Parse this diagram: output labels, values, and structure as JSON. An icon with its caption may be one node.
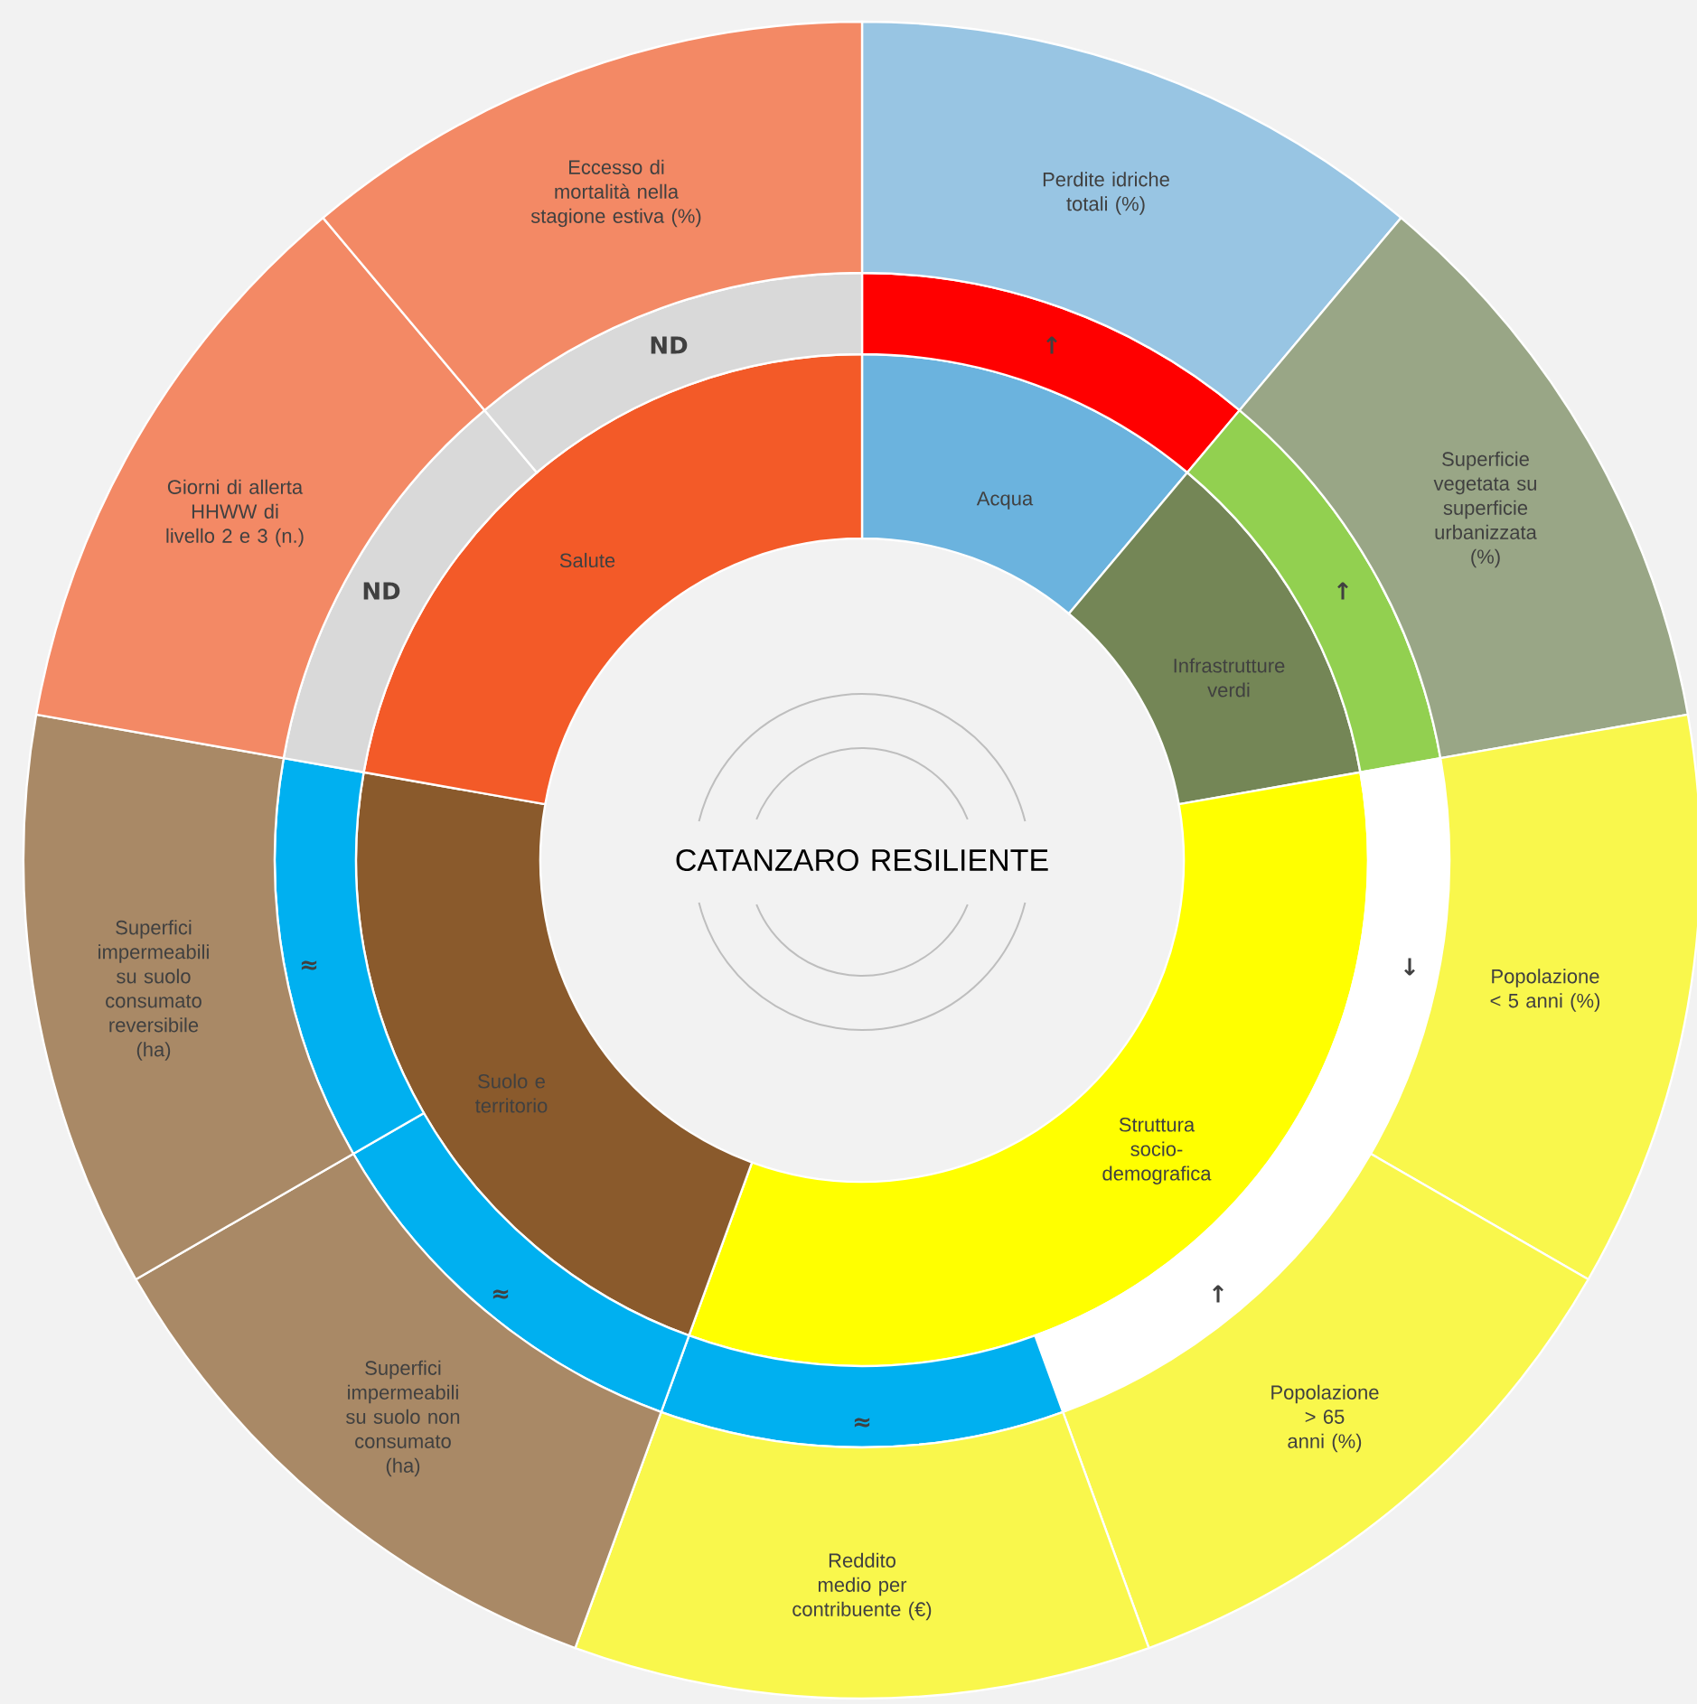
{
  "diagram": {
    "nodes": [
      {
        "text": [
          "CATANZARO  RESILIENTE"
        ]
      },
      {
        "text": [
          "Acqua"
        ]
      },
      {
        "text": [
          "Infrastrutture verdi"
        ]
      },
      {
        "text": [
          "Struttura socio-demografica"
        ]
      },
      {
        "text": [
          "Suolo e territorio"
        ]
      },
      {
        "text": [
          "Salute"
        ]
      },
      {
        "text": [
          "↑"
        ]
      },
      {
        "text": [
          "↑"
        ]
      },
      {
        "text": [
          "↓"
        ]
      },
      {
        "text": [
          "↑"
        ]
      },
      {
        "text": [
          "≈"
        ]
      },
      {
        "text": [
          "≈"
        ]
      },
      {
        "text": [
          "≈"
        ]
      },
      {
        "text": [
          "ND"
        ]
      },
      {
        "text": [
          "ND"
        ]
      },
      {
        "text": [
          "Perdite idriche totali (%)"
        ]
      },
      {
        "text": [
          "Superficie vegetata su superficie urbanizzata (%)"
        ]
      },
      {
        "text": [
          "Popolazione < 5 anni (%)"
        ]
      },
      {
        "text": [
          "Popolazione > 65 anni (%)"
        ]
      },
      {
        "text": [
          "Reddito medio per contribuente (€)"
        ]
      },
      {
        "text": [
          "Superfici impermeabili su suolo non consumato (ha)"
        ]
      },
      {
        "text": [
          "Superfici impermeabili su suolo consumato reversibile (ha)"
        ]
      },
      {
        "text": [
          "Giorni di allerta HHWW di livello 2 e 3 (n.)"
        ]
      },
      {
        "text": [
          "Eccesso di mortalità nella stagione estiva (%)"
        ]
      }
    ]
  }
}
